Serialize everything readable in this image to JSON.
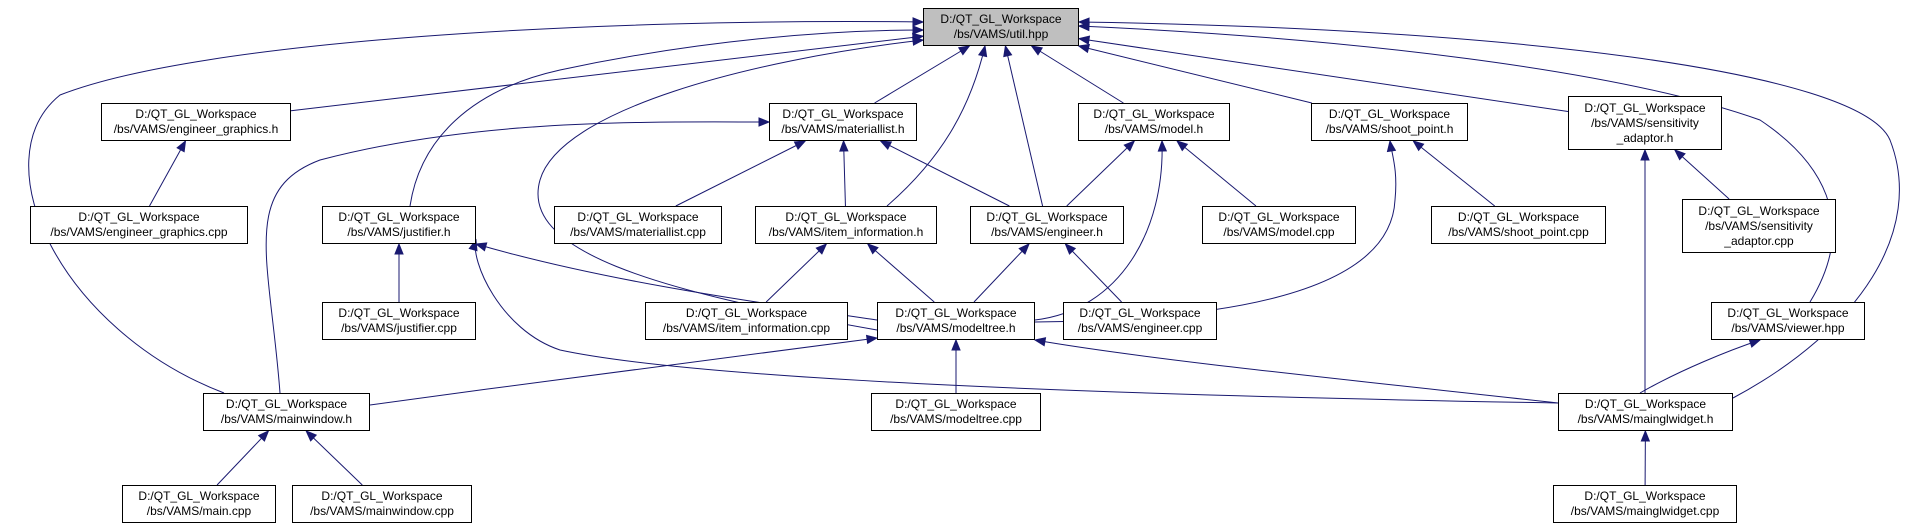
{
  "diagram": {
    "edge_color": "#191970",
    "root_fill": "#bfbfbf",
    "nodes": [
      {
        "id": "util",
        "lines": [
          "D:/QT_GL_Workspace",
          "/bs/VAMS/util.hpp"
        ],
        "root": true
      },
      {
        "id": "engineer_graphics_h",
        "lines": [
          "D:/QT_GL_Workspace",
          "/bs/VAMS/engineer_graphics.h"
        ]
      },
      {
        "id": "materiallist_h",
        "lines": [
          "D:/QT_GL_Workspace",
          "/bs/VAMS/materiallist.h"
        ]
      },
      {
        "id": "model_h",
        "lines": [
          "D:/QT_GL_Workspace",
          "/bs/VAMS/model.h"
        ]
      },
      {
        "id": "shoot_point_h",
        "lines": [
          "D:/QT_GL_Workspace",
          "/bs/VAMS/shoot_point.h"
        ]
      },
      {
        "id": "sensitivity_adaptor_h",
        "lines": [
          "D:/QT_GL_Workspace",
          "/bs/VAMS/sensitivity",
          "_adaptor.h"
        ]
      },
      {
        "id": "engineer_graphics_cpp",
        "lines": [
          "D:/QT_GL_Workspace",
          "/bs/VAMS/engineer_graphics.cpp"
        ]
      },
      {
        "id": "justifier_h",
        "lines": [
          "D:/QT_GL_Workspace",
          "/bs/VAMS/justifier.h"
        ]
      },
      {
        "id": "materiallist_cpp",
        "lines": [
          "D:/QT_GL_Workspace",
          "/bs/VAMS/materiallist.cpp"
        ]
      },
      {
        "id": "item_information_h",
        "lines": [
          "D:/QT_GL_Workspace",
          "/bs/VAMS/item_information.h"
        ]
      },
      {
        "id": "engineer_h",
        "lines": [
          "D:/QT_GL_Workspace",
          "/bs/VAMS/engineer.h"
        ]
      },
      {
        "id": "model_cpp",
        "lines": [
          "D:/QT_GL_Workspace",
          "/bs/VAMS/model.cpp"
        ]
      },
      {
        "id": "shoot_point_cpp",
        "lines": [
          "D:/QT_GL_Workspace",
          "/bs/VAMS/shoot_point.cpp"
        ]
      },
      {
        "id": "sensitivity_adaptor_cpp",
        "lines": [
          "D:/QT_GL_Workspace",
          "/bs/VAMS/sensitivity",
          "_adaptor.cpp"
        ]
      },
      {
        "id": "justifier_cpp",
        "lines": [
          "D:/QT_GL_Workspace",
          "/bs/VAMS/justifier.cpp"
        ]
      },
      {
        "id": "item_information_cpp",
        "lines": [
          "D:/QT_GL_Workspace",
          "/bs/VAMS/item_information.cpp"
        ]
      },
      {
        "id": "modeltree_h",
        "lines": [
          "D:/QT_GL_Workspace",
          "/bs/VAMS/modeltree.h"
        ]
      },
      {
        "id": "engineer_cpp",
        "lines": [
          "D:/QT_GL_Workspace",
          "/bs/VAMS/engineer.cpp"
        ]
      },
      {
        "id": "viewer_hpp",
        "lines": [
          "D:/QT_GL_Workspace",
          "/bs/VAMS/viewer.hpp"
        ]
      },
      {
        "id": "mainwindow_h",
        "lines": [
          "D:/QT_GL_Workspace",
          "/bs/VAMS/mainwindow.h"
        ]
      },
      {
        "id": "modeltree_cpp",
        "lines": [
          "D:/QT_GL_Workspace",
          "/bs/VAMS/modeltree.cpp"
        ]
      },
      {
        "id": "mainglwidget_h",
        "lines": [
          "D:/QT_GL_Workspace",
          "/bs/VAMS/mainglwidget.h"
        ]
      },
      {
        "id": "main_cpp",
        "lines": [
          "D:/QT_GL_Workspace",
          "/bs/VAMS/main.cpp"
        ]
      },
      {
        "id": "mainwindow_cpp",
        "lines": [
          "D:/QT_GL_Workspace",
          "/bs/VAMS/mainwindow.cpp"
        ]
      },
      {
        "id": "mainglwidget_cpp",
        "lines": [
          "D:/QT_GL_Workspace",
          "/bs/VAMS/mainglwidget.cpp"
        ]
      }
    ],
    "edges": [
      {
        "from": "engineer_graphics_h",
        "to": "util"
      },
      {
        "from": "materiallist_h",
        "to": "util"
      },
      {
        "from": "model_h",
        "to": "util"
      },
      {
        "from": "shoot_point_h",
        "to": "util"
      },
      {
        "from": "sensitivity_adaptor_h",
        "to": "util"
      },
      {
        "from": "justifier_h",
        "to": "util"
      },
      {
        "from": "item_information_h",
        "to": "util"
      },
      {
        "from": "engineer_h",
        "to": "util"
      },
      {
        "from": "modeltree_h",
        "to": "util"
      },
      {
        "from": "viewer_hpp",
        "to": "util"
      },
      {
        "from": "mainwindow_h",
        "to": "util"
      },
      {
        "from": "mainglwidget_h",
        "to": "util"
      },
      {
        "from": "engineer_graphics_cpp",
        "to": "engineer_graphics_h"
      },
      {
        "from": "materiallist_cpp",
        "to": "materiallist_h"
      },
      {
        "from": "item_information_h",
        "to": "materiallist_h"
      },
      {
        "from": "engineer_h",
        "to": "materiallist_h"
      },
      {
        "from": "mainwindow_h",
        "to": "materiallist_h"
      },
      {
        "from": "engineer_h",
        "to": "model_h"
      },
      {
        "from": "model_cpp",
        "to": "model_h"
      },
      {
        "from": "modeltree_h",
        "to": "model_h"
      },
      {
        "from": "shoot_point_cpp",
        "to": "shoot_point_h"
      },
      {
        "from": "modeltree_h",
        "to": "shoot_point_h"
      },
      {
        "from": "sensitivity_adaptor_cpp",
        "to": "sensitivity_adaptor_h"
      },
      {
        "from": "mainglwidget_h",
        "to": "sensitivity_adaptor_h"
      },
      {
        "from": "justifier_cpp",
        "to": "justifier_h"
      },
      {
        "from": "modeltree_h",
        "to": "justifier_h"
      },
      {
        "from": "mainglwidget_h",
        "to": "justifier_h"
      },
      {
        "from": "item_information_cpp",
        "to": "item_information_h"
      },
      {
        "from": "modeltree_h",
        "to": "item_information_h"
      },
      {
        "from": "modeltree_h",
        "to": "engineer_h"
      },
      {
        "from": "engineer_cpp",
        "to": "engineer_h"
      },
      {
        "from": "mainwindow_h",
        "to": "modeltree_h"
      },
      {
        "from": "modeltree_cpp",
        "to": "modeltree_h"
      },
      {
        "from": "mainglwidget_h",
        "to": "modeltree_h"
      },
      {
        "from": "mainglwidget_h",
        "to": "viewer_hpp"
      },
      {
        "from": "main_cpp",
        "to": "mainwindow_h"
      },
      {
        "from": "mainwindow_cpp",
        "to": "mainwindow_h"
      },
      {
        "from": "mainglwidget_cpp",
        "to": "mainglwidget_h"
      }
    ]
  }
}
